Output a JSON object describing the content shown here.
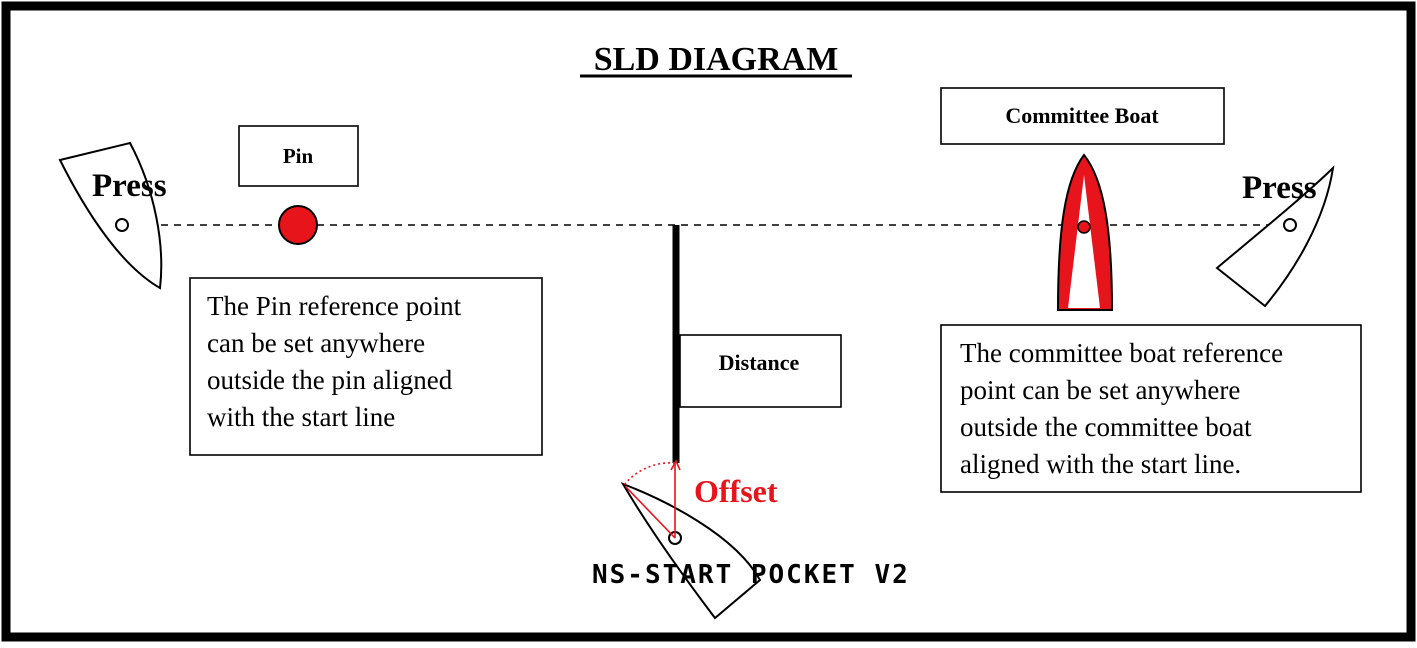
{
  "title": "SLD DIAGRAM",
  "labels": {
    "pin": "Pin",
    "committee_boat": "Committee Boat",
    "press_left": "Press",
    "press_right": "Press",
    "distance": "Distance",
    "offset": "Offset",
    "brand": "NS-START POCKET V2"
  },
  "notes": {
    "pin_note": [
      "The Pin reference point",
      "can be set anywhere",
      "outside the pin aligned",
      "with the start line"
    ],
    "committee_note": [
      "The committee boat reference",
      "point can be set anywhere",
      "outside the committee boat",
      "aligned with the start line."
    ]
  },
  "colors": {
    "accent": "#e8141b",
    "line": "#000000",
    "frame": "#000000"
  }
}
